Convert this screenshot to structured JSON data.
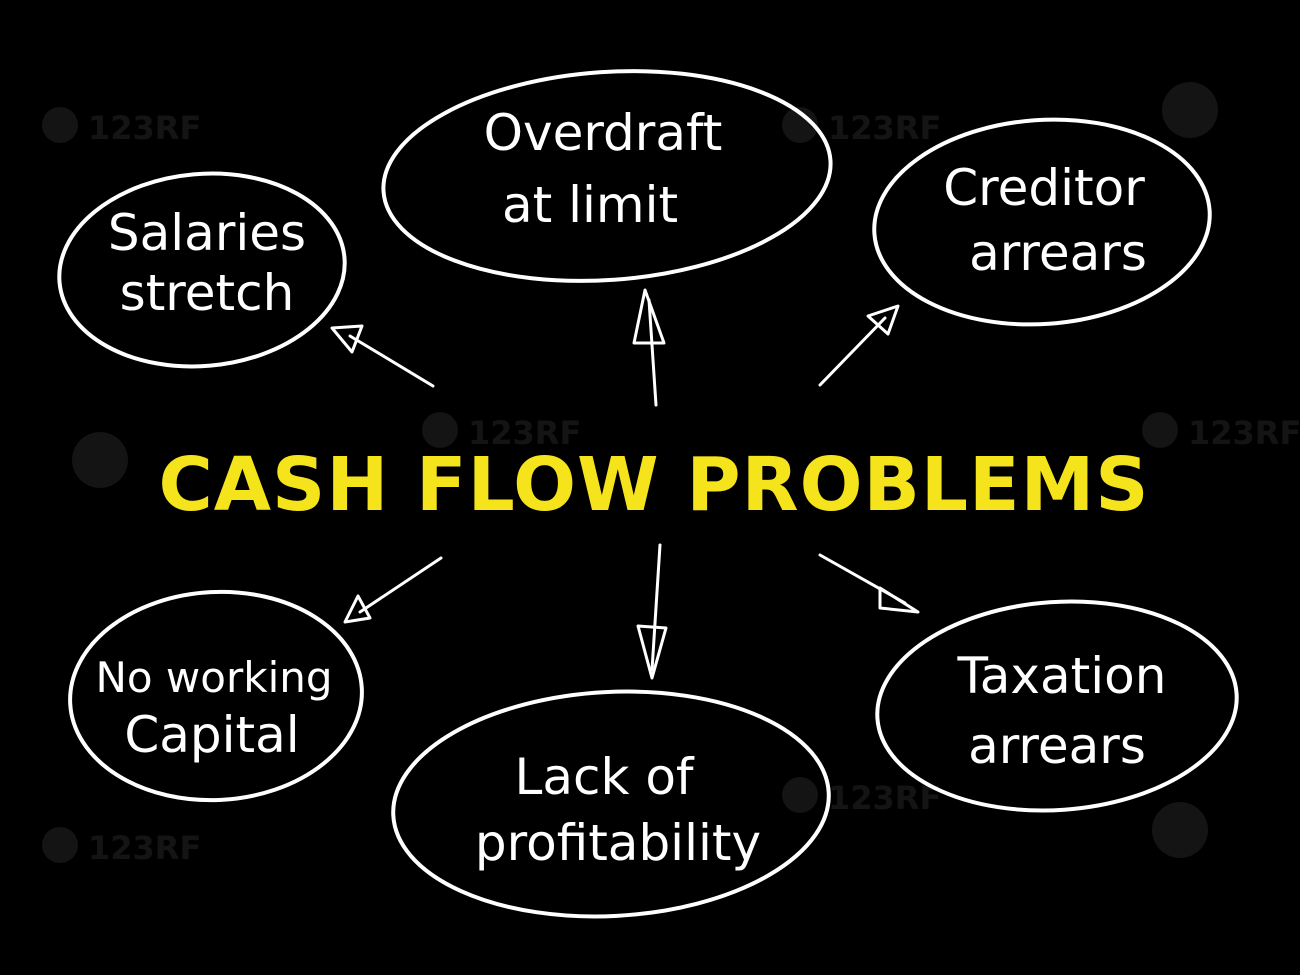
{
  "colors": {
    "background": "#000000",
    "line": "#ffffff",
    "node_text": "#ffffff",
    "central_text": "#f5e31c"
  },
  "central": {
    "label": "CASH FLOW PROBLEMS"
  },
  "nodes": [
    {
      "id": "overdraft",
      "lines": [
        "Overdraft",
        "at limit"
      ]
    },
    {
      "id": "salaries",
      "lines": [
        "Salaries",
        "stretch"
      ]
    },
    {
      "id": "creditor",
      "lines": [
        "Creditor",
        "arrears"
      ]
    },
    {
      "id": "working-capital",
      "lines": [
        "No working",
        "Capital"
      ]
    },
    {
      "id": "profitability",
      "lines": [
        "Lack of",
        "profitability"
      ]
    },
    {
      "id": "taxation",
      "lines": [
        "Taxation",
        "arrears"
      ]
    }
  ],
  "watermark": {
    "text": "123RF",
    "icon": "camera-icon"
  }
}
